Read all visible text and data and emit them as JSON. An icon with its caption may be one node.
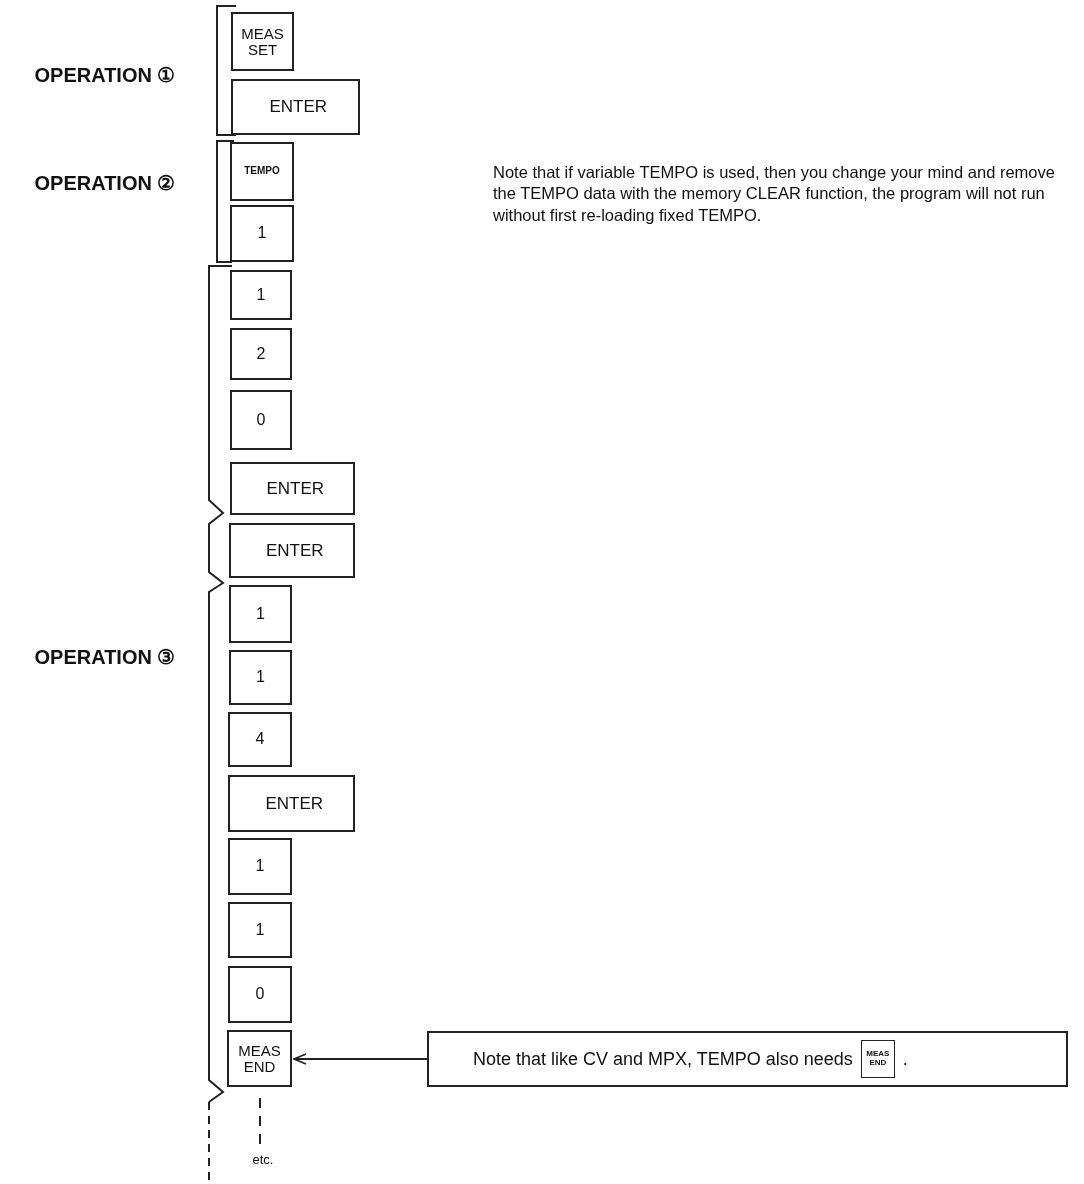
{
  "diagram": {
    "nodes": [
      {
        "text": [
          "MEAS SET"
        ]
      },
      {
        "text": [
          "ENTER"
        ]
      },
      {
        "text": [
          "TEMPO"
        ]
      },
      {
        "text": [
          "1"
        ]
      },
      {
        "text": [
          "1"
        ]
      },
      {
        "text": [
          "2"
        ]
      },
      {
        "text": [
          "0"
        ]
      },
      {
        "text": [
          "ENTER"
        ]
      },
      {
        "text": [
          "ENTER"
        ]
      },
      {
        "text": [
          "1"
        ]
      },
      {
        "text": [
          "1"
        ]
      },
      {
        "text": [
          "4"
        ]
      },
      {
        "text": [
          "ENTER"
        ]
      },
      {
        "text": [
          "1"
        ]
      },
      {
        "text": [
          "1"
        ]
      },
      {
        "text": [
          "0"
        ]
      },
      {
        "text": [
          "MEAS END"
        ]
      },
      {
        "text": [
          "Note that like CV and MPX, TEMPO also needs",
          "."
        ]
      },
      {
        "text": [
          "MEAS END"
        ],
        "in": 17
      }
    ],
    "edges": [
      {
        "from": 17,
        "to": 16,
        "arrow": "to"
      }
    ],
    "labels": [
      "OPERATION ①",
      "OPERATION ②",
      "Note that if variable TEMPO is used, then you change your mind and remove the TEMPO data with the memory CLEAR function, the program will not run without first re-loading fixed TEMPO.",
      "OPERATION ③",
      "etc."
    ]
  }
}
